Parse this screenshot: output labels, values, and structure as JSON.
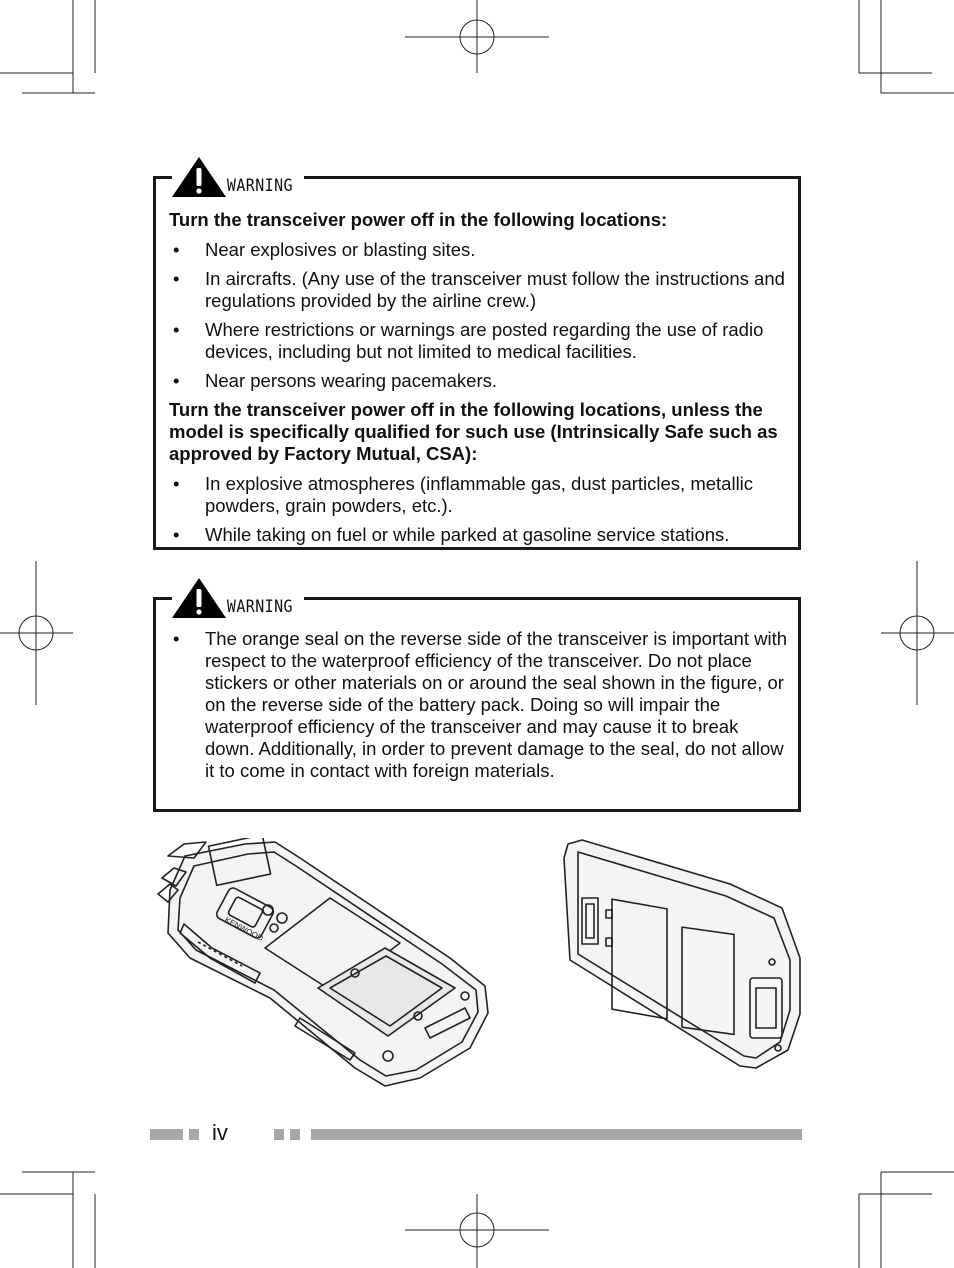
{
  "warning1": {
    "badge_label": "WARNING",
    "heading1": "Turn the transceiver power off in the following locations:",
    "list1": [
      "Near explosives or blasting sites.",
      "In aircrafts.  (Any use of the transceiver must follow the instructions and regulations provided by the airline crew.)",
      "Where restrictions or warnings are posted regarding the use of radio devices, including but not limited to medical facilities.",
      "Near persons wearing pacemakers."
    ],
    "heading2": "Turn the transceiver power off in the following locations, unless the model is specifically qualified for such use (Intrinsically Safe such as approved by Factory Mutual, CSA):",
    "list2": [
      "In explosive atmospheres (inflammable gas, dust particles, metallic powders, grain powders, etc.).",
      "While taking on fuel or while parked at gasoline service stations."
    ]
  },
  "warning2": {
    "badge_label": "WARNING",
    "list": [
      "The orange seal on the reverse side of the transceiver is important with respect to the waterproof efficiency of the transceiver. Do not place stickers or other materials on or around the seal shown in the figure, or on the reverse side of the battery pack. Doing so will impair the waterproof efficiency of the transceiver and may cause it to break down. Additionally, in order to prevent damage to the seal, do not allow it to come in contact with foreign materials."
    ]
  },
  "bullet": "•",
  "illustration": {
    "brand_text": "KENWOOD"
  },
  "footer": {
    "page_number": "iv"
  },
  "colors": {
    "border": "#1a1a1a",
    "footer_bar": "#a8a8a8",
    "warning_icon": "#000000"
  },
  "icons": {
    "warning": "exclamation-triangle-icon",
    "registration": "crosshair-registration-mark"
  }
}
